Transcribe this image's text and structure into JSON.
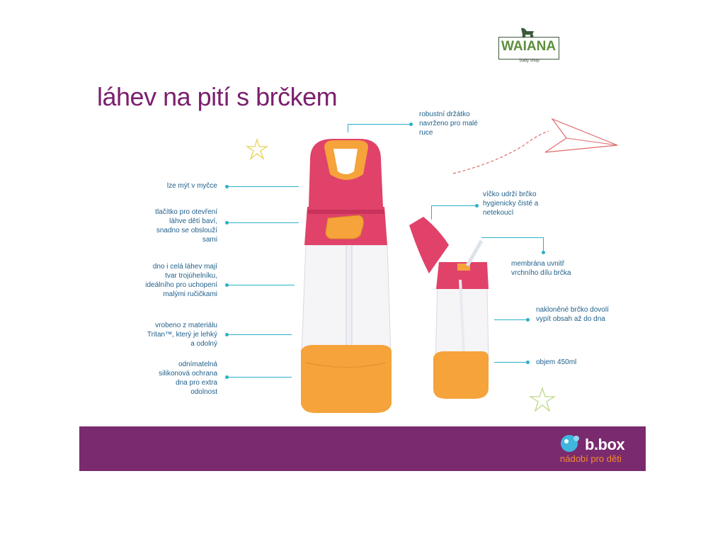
{
  "title": "láhev na pití s brčkem",
  "logo": {
    "text": "WAIANA",
    "subtext": "baby shop"
  },
  "callouts_left": [
    "lze mýt v myčce",
    "tlačítko pro otevření láhve dětí baví, snadno se obslouží sami",
    "dno i celá láhev mají tvar trojúhelníku, ideálního pro uchopení malými ručičkami",
    "vrobeno z materiálu Tritan™, který je lehký a odolný",
    "odnímatelná silikonová ochrana dna pro extra odolnost"
  ],
  "callouts_right": [
    "robustní držátko navrženo pro malé ruce",
    "víčko udrží brčko hygienicky čisté a netekoucí",
    "membrána uvnitř vrchního dílu brčka",
    "nakloněné brčko dovolí vypít obsah až do dna",
    "objem 450ml"
  ],
  "brand": {
    "name": "b.box",
    "tagline": "nádobí pro děti"
  },
  "colors": {
    "accent": "#2bb0c8",
    "footer": "#7a2a6e",
    "title": "#7b1f6d",
    "bottle_pink": "#e0426a",
    "bottle_orange": "#f5a33a"
  }
}
